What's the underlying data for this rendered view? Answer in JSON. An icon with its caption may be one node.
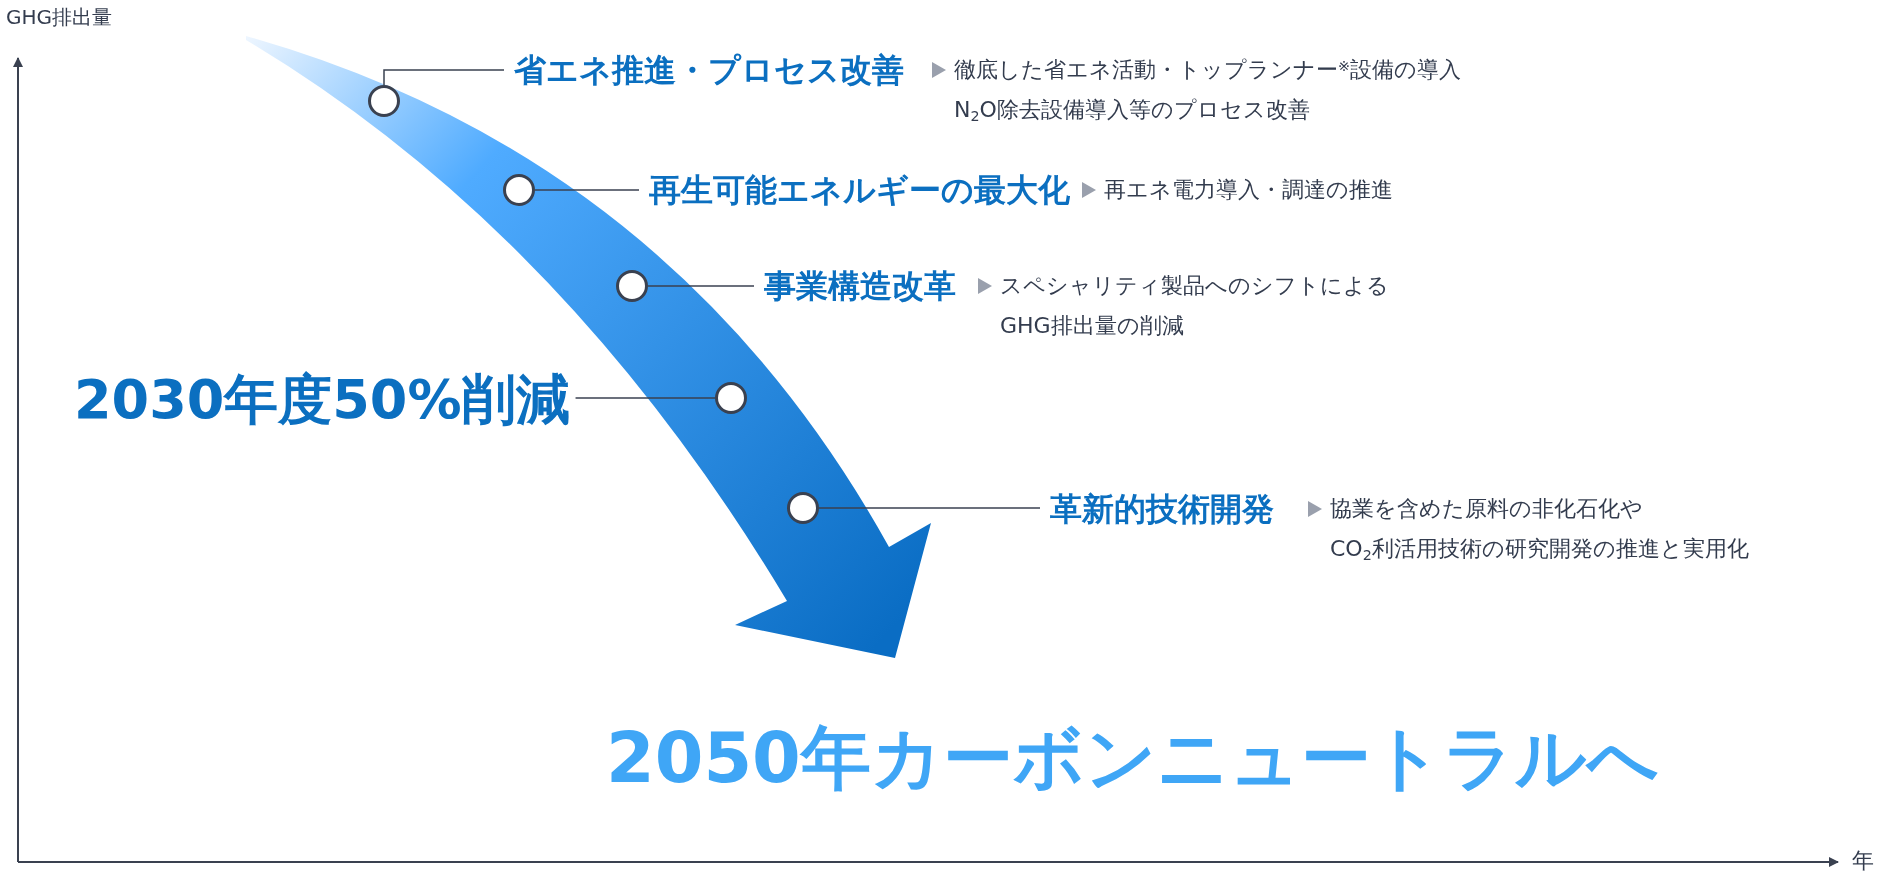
{
  "diagram": {
    "nodes": [
      {
        "text": [
          "省エネ推進・プロセス改善"
        ],
        "beside": [
          "徹底した省エネ活動・トップランナー$^{※}$設備の導入N$_{2}$O除去設備導入等のプロセス改善"
        ]
      },
      {
        "text": [],
        "shape": "circle"
      },
      {
        "text": [
          "再生可能エネルギーの最大化"
        ],
        "beside": [
          "再エネ電力導入・調達の推進"
        ]
      },
      {
        "text": [],
        "shape": "circle"
      },
      {
        "text": [
          "事業構造改革"
        ],
        "beside": [
          "スペシャリティ製品へのシフトによるGHG排出量の削減"
        ]
      },
      {
        "text": [],
        "shape": "circle"
      },
      {
        "text": [
          "2030年度50%削減"
        ]
      },
      {
        "text": [],
        "shape": "circle"
      },
      {
        "text": [
          "革新的技術開発"
        ],
        "beside": [
          "協業を含めた原料の非化石化やCO$_{2}$利活用技術の研究開発の推進と実用化"
        ]
      },
      {
        "text": [],
        "shape": "circle"
      }
    ],
    "edges": [
      {
        "from": 0,
        "to": 1,
        "arrow": "none"
      },
      {
        "from": 2,
        "to": 3,
        "arrow": "none"
      },
      {
        "from": 4,
        "to": 5,
        "arrow": "none"
      },
      {
        "from": 6,
        "to": 7,
        "arrow": "none"
      },
      {
        "from": 8,
        "to": 9,
        "arrow": "none"
      }
    ],
    "labels": [
      "GHG排出量",
      "2050年カーボンニュートラルへ",
      "年"
    ]
  }
}
